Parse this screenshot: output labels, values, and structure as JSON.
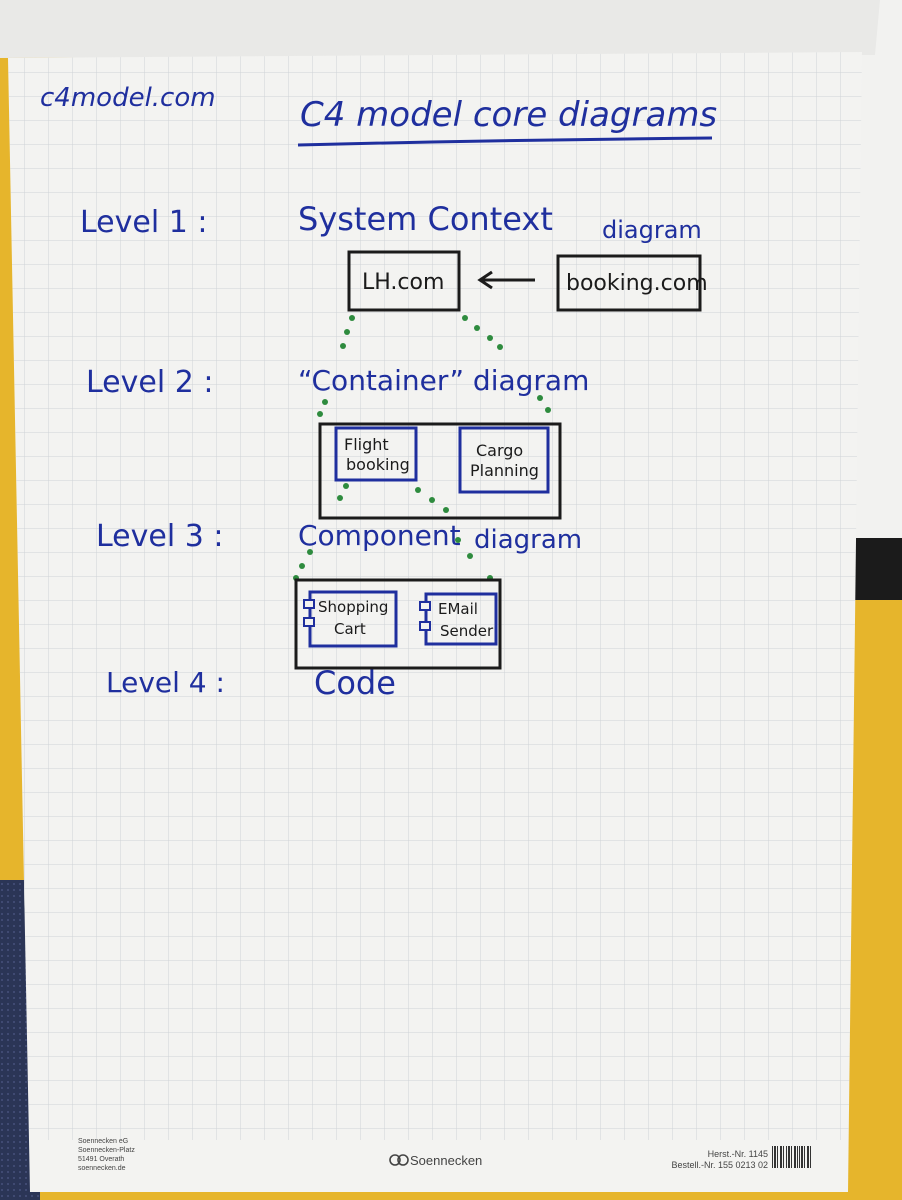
{
  "site": "c4model.com",
  "title": "C4 model core diagrams",
  "levels": [
    {
      "label": "Level 1 :",
      "name": "System Context",
      "suffix": "diagram"
    },
    {
      "label": "Level 2 :",
      "name": "“Container” diagram"
    },
    {
      "label": "Level 3 :",
      "name": "Component",
      "suffix": "diagram"
    },
    {
      "label": "Level 4 :",
      "name": "Code"
    }
  ],
  "boxes": {
    "system": "LH.com",
    "external": "booking.com",
    "container_1": [
      "Flight",
      "booking"
    ],
    "container_2": [
      "Cargo",
      "Planning"
    ],
    "component_1": [
      "Shopping",
      "Cart"
    ],
    "component_2": [
      "EMail",
      "Sender"
    ]
  },
  "footer": {
    "address": [
      "Soennecken eG",
      "Soennecken-Platz",
      "51491 Overath",
      "soennecken.de"
    ],
    "brand": "Soennecken",
    "herst": "Herst.-Nr. 1145",
    "bestell": "Bestell.-Nr. 155 0213 02"
  },
  "colors": {
    "ink_blue": "#1f2f9e",
    "ink_black": "#1b1b1b",
    "dot_green": "#2e8b3e",
    "wall_yellow": "#e6b52c",
    "paper": "#f3f3f1",
    "grid": "#cfd3d6"
  }
}
